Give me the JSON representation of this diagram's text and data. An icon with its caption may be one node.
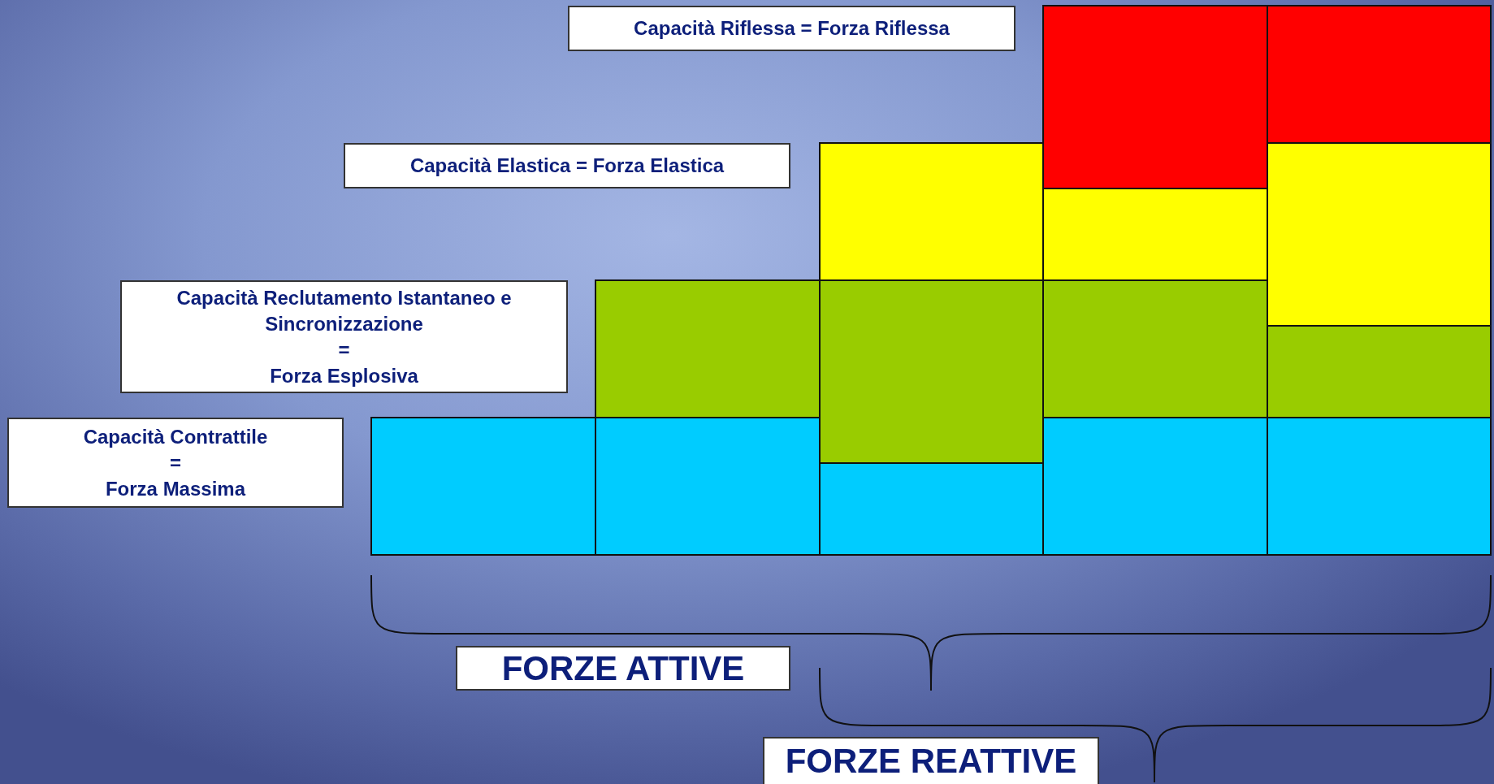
{
  "diagram": {
    "nodes": [
      {
        "text": [
          "Capacità Riflessa = Forza Riflessa"
        ]
      },
      {
        "text": [
          "Capacità Elastica = Forza Elastica"
        ]
      },
      {
        "text": [
          "Capacità Reclutamento Istantaneo e Sincronizzazione",
          "=",
          "Forza Esplosiva"
        ]
      },
      {
        "text": [
          "Capacità Contrattile",
          "=",
          "Forza Massima"
        ]
      },
      {
        "text": [
          "FORZE ATTIVE"
        ]
      },
      {
        "text": [
          "FORZE REATTIVE"
        ]
      }
    ]
  }
}
